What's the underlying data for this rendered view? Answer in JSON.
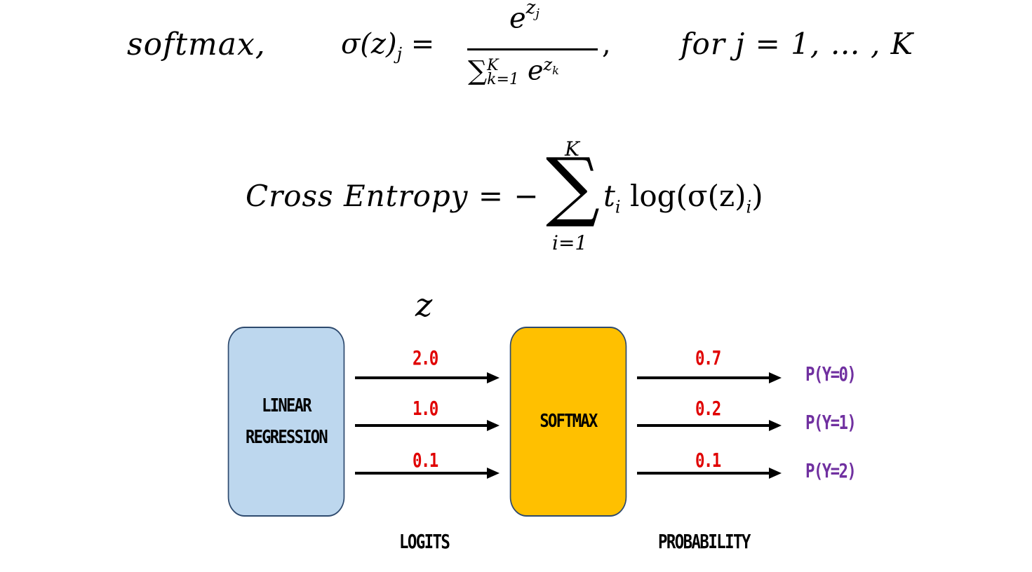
{
  "formula_softmax": {
    "name": "softmax,",
    "lhs": "σ(z)",
    "lhs_sub": "j",
    "eq": "=",
    "numerator_base": "e",
    "numerator_exp": "z",
    "numerator_exp_sub": "j",
    "denominator_sum": "∑",
    "denominator_sup": "K",
    "denominator_sub": "k=1",
    "denominator_term": "e",
    "denominator_exp": "z",
    "denominator_exp_sub": "k",
    "trailing_comma": ",",
    "condition": "for j = 1, … , K"
  },
  "formula_cross_entropy": {
    "name": "Cross Entropy = −",
    "sum_symbol": "∑",
    "upper": "K",
    "lower": "i=1",
    "term_t": "t",
    "term_t_sub": "i",
    "log": "log(σ(z)",
    "log_sub": "i",
    "close": ")"
  },
  "diagram": {
    "z_label": "z",
    "linear_box": [
      "LINEAR",
      "REGRESSION"
    ],
    "softmax_box": "SOFTMAX",
    "logits": [
      "2.0",
      "1.0",
      "0.1"
    ],
    "probabilities": [
      "0.7",
      "0.2",
      "0.1"
    ],
    "outputs": [
      "P(Y=0)",
      "P(Y=1)",
      "P(Y=2)"
    ],
    "logits_caption": "LOGITS",
    "probability_caption": "PROBABILITY",
    "colors": {
      "linear_box_fill": "#bdd7ee",
      "softmax_box_fill": "#ffc000",
      "box_border": "#2e4a6e",
      "value_text": "#e00000",
      "output_text": "#7030a0"
    }
  }
}
